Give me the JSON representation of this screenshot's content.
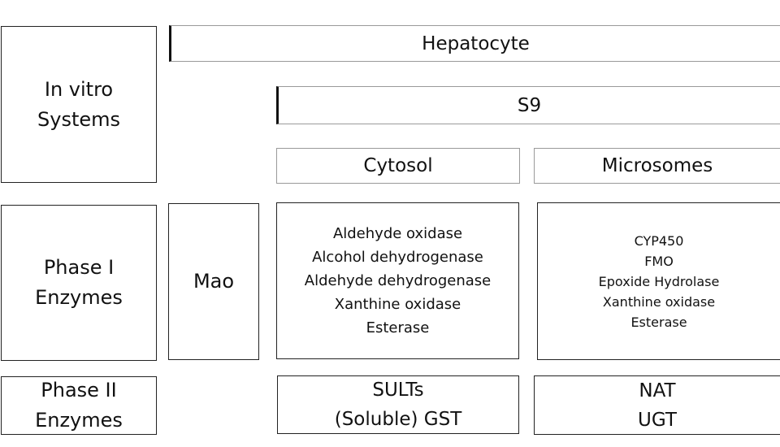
{
  "row_labels": {
    "in_vitro": [
      "In vitro",
      "Systems"
    ],
    "phase1": [
      "Phase I",
      "Enzymes"
    ],
    "phase2": [
      "Phase II",
      "Enzymes"
    ]
  },
  "systems": {
    "hepatocyte": "Hepatocyte",
    "s9": "S9",
    "cytosol": "Cytosol",
    "microsomes": "Microsomes"
  },
  "phase1": {
    "mao": "Mao",
    "cytosol_enzymes": [
      "Aldehyde oxidase",
      "Alcohol dehydrogenase",
      "Aldehyde dehydrogenase",
      "Xanthine oxidase",
      "Esterase"
    ],
    "microsome_enzymes": [
      "CYP450",
      "FMO",
      "Epoxide Hydrolase",
      "Xanthine oxidase",
      "Esterase"
    ]
  },
  "phase2": {
    "cytosol_enzymes": [
      "SULTs",
      "(Soluble) GST"
    ],
    "microsome_enzymes": [
      "NAT",
      "UGT"
    ]
  }
}
